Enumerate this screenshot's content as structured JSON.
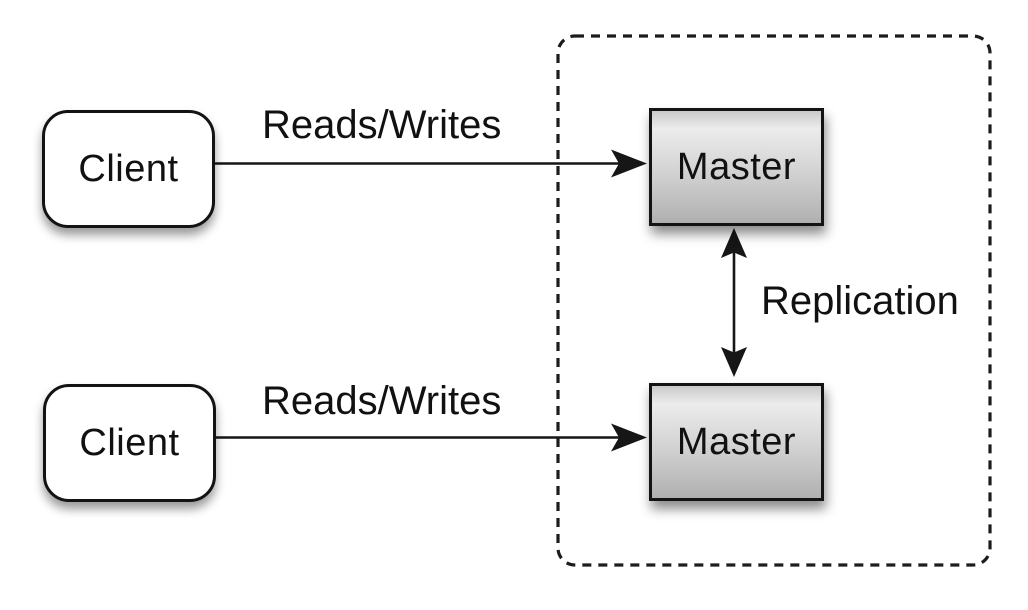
{
  "diagram": {
    "nodes": {
      "client_top": {
        "label": "Client"
      },
      "client_bottom": {
        "label": "Client"
      },
      "master_top": {
        "label": "Master"
      },
      "master_bottom": {
        "label": "Master"
      }
    },
    "edges": {
      "reads_writes_top": {
        "label": "Reads/Writes",
        "from": "client_top",
        "to": "master_top",
        "direction": "one-way"
      },
      "reads_writes_bottom": {
        "label": "Reads/Writes",
        "from": "client_bottom",
        "to": "master_bottom",
        "direction": "one-way"
      },
      "replication": {
        "label": "Replication",
        "from": "master_top",
        "to": "master_bottom",
        "direction": "two-way"
      }
    },
    "colors": {
      "ink": "#131313",
      "node_fill_client": "#ffffff",
      "node_fill_master_light": "#ececec",
      "node_fill_master_dark": "#b0b0b0",
      "background": "#ffffff"
    }
  }
}
